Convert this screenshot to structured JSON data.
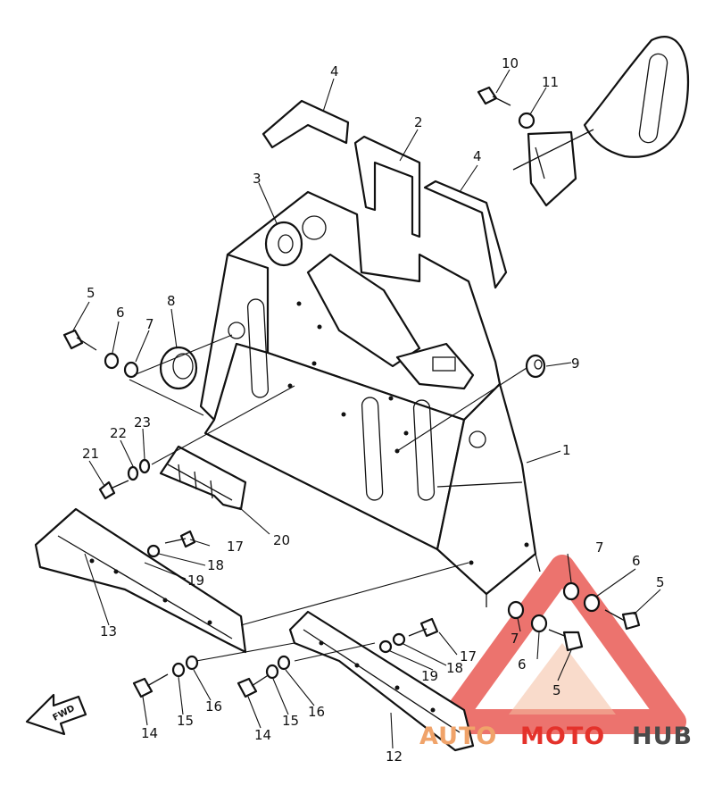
{
  "diagram": {
    "callouts": [
      {
        "id": "c1",
        "text": "1"
      },
      {
        "id": "c2",
        "text": "2"
      },
      {
        "id": "c3",
        "text": "3"
      },
      {
        "id": "c4a",
        "text": "4"
      },
      {
        "id": "c4b",
        "text": "4"
      },
      {
        "id": "c5a",
        "text": "5"
      },
      {
        "id": "c5b",
        "text": "5"
      },
      {
        "id": "c5c",
        "text": "5"
      },
      {
        "id": "c6a",
        "text": "6"
      },
      {
        "id": "c6b",
        "text": "6"
      },
      {
        "id": "c6c",
        "text": "6"
      },
      {
        "id": "c7a",
        "text": "7"
      },
      {
        "id": "c7b",
        "text": "7"
      },
      {
        "id": "c7c",
        "text": "7"
      },
      {
        "id": "c8",
        "text": "8"
      },
      {
        "id": "c9",
        "text": "9"
      },
      {
        "id": "c10",
        "text": "10"
      },
      {
        "id": "c11",
        "text": "11"
      },
      {
        "id": "c12",
        "text": "12"
      },
      {
        "id": "c13",
        "text": "13"
      },
      {
        "id": "c14a",
        "text": "14"
      },
      {
        "id": "c14b",
        "text": "14"
      },
      {
        "id": "c15a",
        "text": "15"
      },
      {
        "id": "c15b",
        "text": "15"
      },
      {
        "id": "c16a",
        "text": "16"
      },
      {
        "id": "c16b",
        "text": "16"
      },
      {
        "id": "c17a",
        "text": "17"
      },
      {
        "id": "c17b",
        "text": "17"
      },
      {
        "id": "c18a",
        "text": "18"
      },
      {
        "id": "c18b",
        "text": "18"
      },
      {
        "id": "c19a",
        "text": "19"
      },
      {
        "id": "c19b",
        "text": "19"
      },
      {
        "id": "c20",
        "text": "20"
      },
      {
        "id": "c21",
        "text": "21"
      },
      {
        "id": "c22",
        "text": "22"
      },
      {
        "id": "c23",
        "text": "23"
      }
    ],
    "direction_label": "FWD"
  },
  "watermark": {
    "part1": "AUTO",
    "part2": "MOTO",
    "part3": "HUB",
    "color_accent": "#e4322b",
    "color_secondary": "#f0a36a",
    "color_dark": "#4a4a4a"
  }
}
